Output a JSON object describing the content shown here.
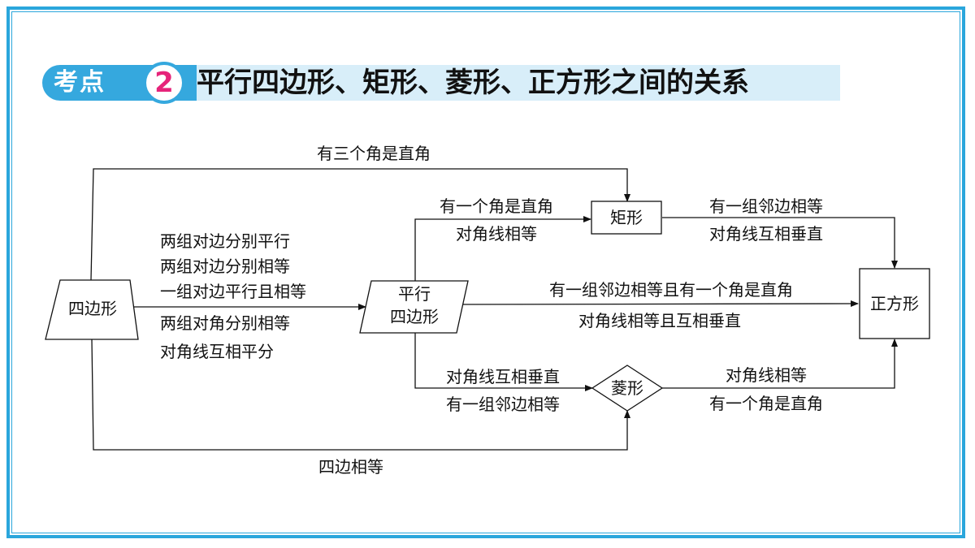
{
  "header": {
    "badge": "考点",
    "number": "2",
    "title": "平行四边形、矩形、菱形、正方形之间的关系"
  },
  "diagram": {
    "nodes": {
      "quadrilateral": "四边形",
      "parallelogram_line1": "平行",
      "parallelogram_line2": "四边形",
      "rectangle": "矩形",
      "rhombus": "菱形",
      "square": "正方形"
    },
    "edges": {
      "quad_to_rect": "有三个角是直角",
      "quad_to_para": [
        "两组对边分别平行",
        "两组对边分别相等",
        "一组对边平行且相等",
        "两组对角分别相等",
        "对角线互相平分"
      ],
      "para_to_rect": [
        "有一个角是直角",
        "对角线相等"
      ],
      "rect_to_square": [
        "有一组邻边相等",
        "对角线互相垂直"
      ],
      "para_to_square": [
        "有一组邻边相等且有一个角是直角",
        "对角线相等且互相垂直"
      ],
      "para_to_rhombus": [
        "对角线互相垂直",
        "有一组邻边相等"
      ],
      "rhombus_to_square": [
        "对角线相等",
        "有一个角是直角"
      ],
      "quad_to_rhombus": "四边相等"
    }
  }
}
